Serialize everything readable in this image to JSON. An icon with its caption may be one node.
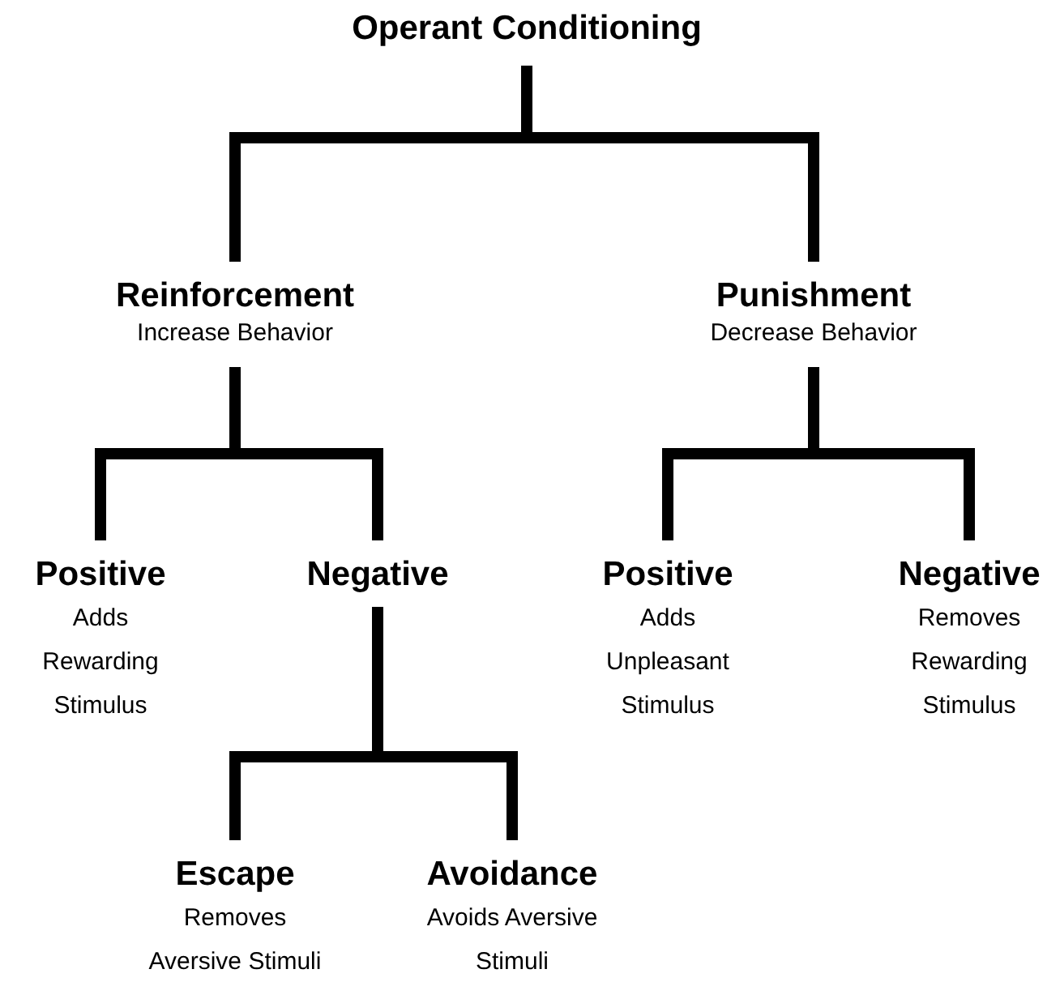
{
  "diagram": {
    "nodes": [
      {
        "text": [
          "Operant Conditioning"
        ]
      },
      {
        "text": [
          "Reinforcement",
          "Increase Behavior"
        ]
      },
      {
        "text": [
          "Punishment",
          "Decrease Behavior"
        ]
      },
      {
        "text": [
          "Positive",
          "Adds Rewarding Stimulus"
        ]
      },
      {
        "text": [
          "Negative"
        ]
      },
      {
        "text": [
          "Positive",
          "Adds Unpleasant Stimulus"
        ]
      },
      {
        "text": [
          "Negative",
          "Removes Rewarding Stimulus"
        ]
      },
      {
        "text": [
          "Escape",
          "Removes Aversive Stimuli"
        ]
      },
      {
        "text": [
          "Avoidance",
          "Avoids Aversive Stimuli"
        ]
      }
    ],
    "edges": [
      {
        "from": 0,
        "to": 1,
        "arrow": "none"
      },
      {
        "from": 0,
        "to": 2,
        "arrow": "none"
      },
      {
        "from": 1,
        "to": 3,
        "arrow": "none"
      },
      {
        "from": 1,
        "to": 4,
        "arrow": "none"
      },
      {
        "from": 2,
        "to": 5,
        "arrow": "none"
      },
      {
        "from": 2,
        "to": 6,
        "arrow": "none"
      },
      {
        "from": 4,
        "to": 7,
        "arrow": "none"
      },
      {
        "from": 4,
        "to": 8,
        "arrow": "none"
      }
    ]
  }
}
